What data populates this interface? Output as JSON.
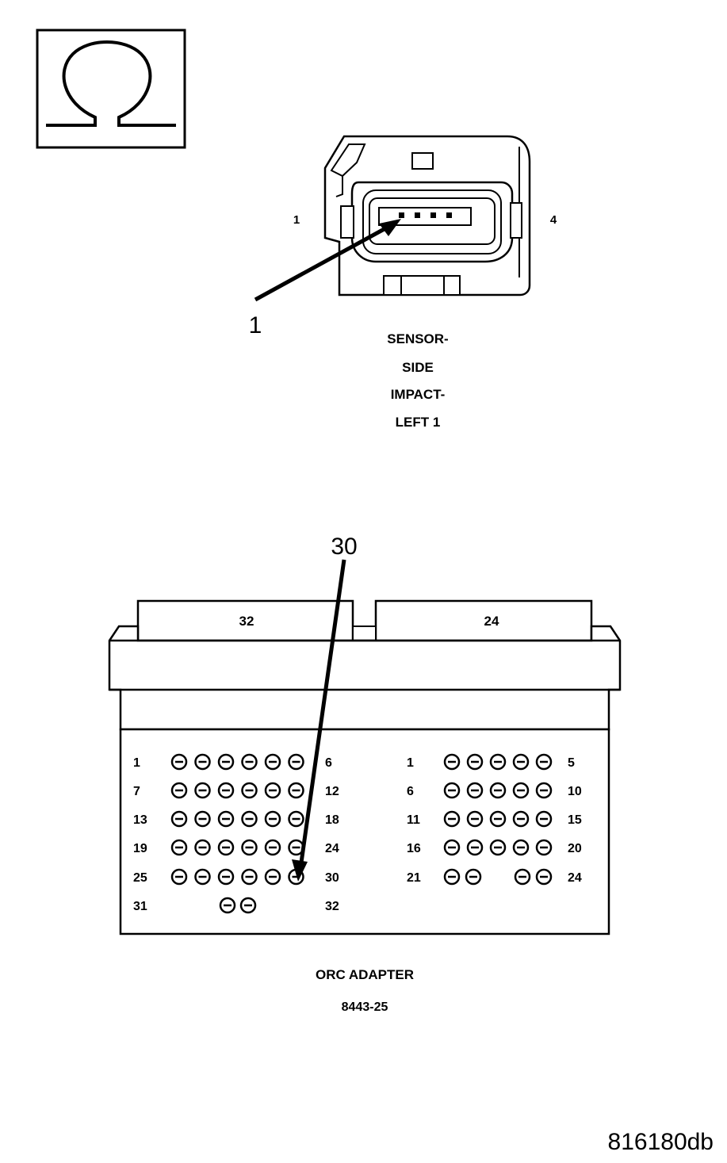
{
  "symbol": {
    "icon": "ohm-icon",
    "glyph": "Ω"
  },
  "sensor_connector": {
    "pin_left": "1",
    "pin_right": "4",
    "callout": "1",
    "caption": [
      "SENSOR-",
      "SIDE",
      "IMPACT-",
      "LEFT 1"
    ]
  },
  "orc_adapter": {
    "callout": "30",
    "left_block": {
      "header": "32",
      "rows": [
        {
          "start": "1",
          "end": "6"
        },
        {
          "start": "7",
          "end": "12"
        },
        {
          "start": "13",
          "end": "18"
        },
        {
          "start": "19",
          "end": "24"
        },
        {
          "start": "25",
          "end": "30"
        },
        {
          "start": "31",
          "end": "32"
        }
      ]
    },
    "right_block": {
      "header": "24",
      "rows": [
        {
          "start": "1",
          "end": "5"
        },
        {
          "start": "6",
          "end": "10"
        },
        {
          "start": "11",
          "end": "15"
        },
        {
          "start": "16",
          "end": "20"
        },
        {
          "start": "21",
          "end": "24"
        }
      ]
    },
    "caption": [
      "ORC ADAPTER",
      "8443-25"
    ]
  },
  "figure_id": "816180db"
}
